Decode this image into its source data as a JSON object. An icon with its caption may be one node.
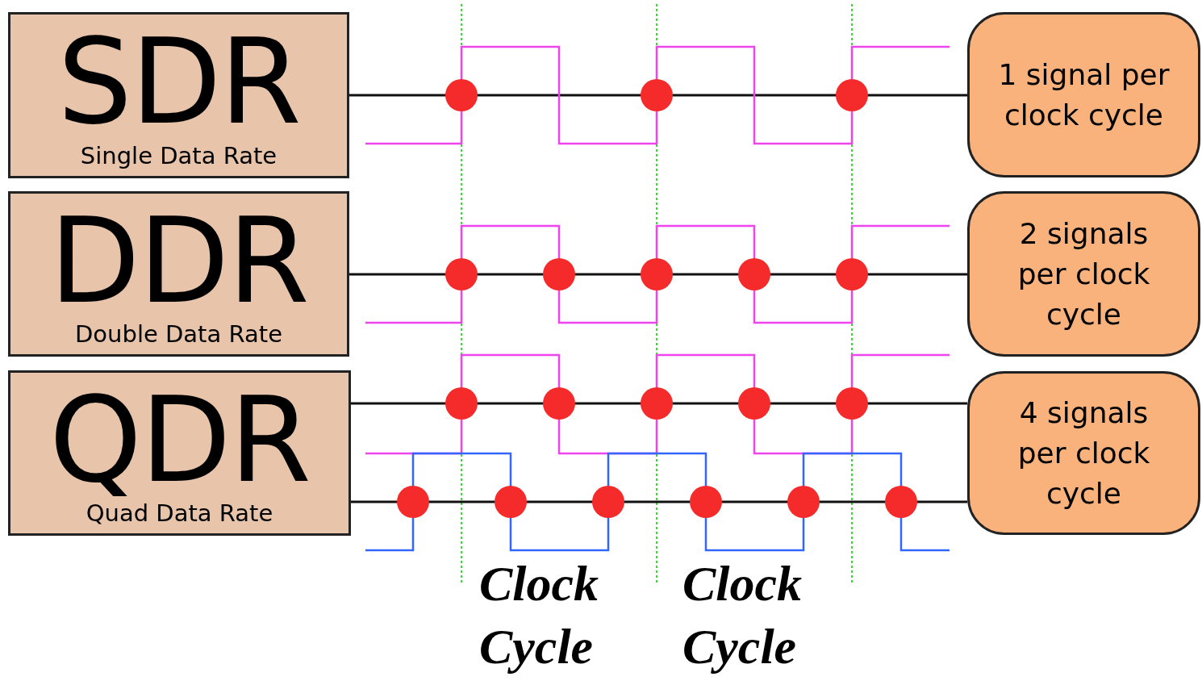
{
  "diagram": {
    "nodes": [
      {
        "text": [
          "SDR",
          "Single Data Rate"
        ]
      },
      {
        "text": [
          "1 signal per clock cycle"
        ]
      },
      {
        "text": [
          "DDR",
          "Double Data Rate"
        ]
      },
      {
        "text": [
          "2 signals per clock cycle"
        ]
      },
      {
        "text": [
          "QDR",
          "Quad Data Rate"
        ]
      },
      {
        "text": [
          "4 signals per clock cycle"
        ]
      }
    ],
    "edges": [
      {
        "from": 0,
        "to": 1,
        "arrow": "none"
      },
      {
        "from": 2,
        "to": 3,
        "arrow": "none"
      },
      {
        "from": 4,
        "to": 5,
        "arrow": "none"
      },
      {
        "from": 4,
        "to": 5,
        "arrow": "none"
      }
    ],
    "labels": [
      "Clock Cycle",
      "Clock Cycle"
    ]
  }
}
